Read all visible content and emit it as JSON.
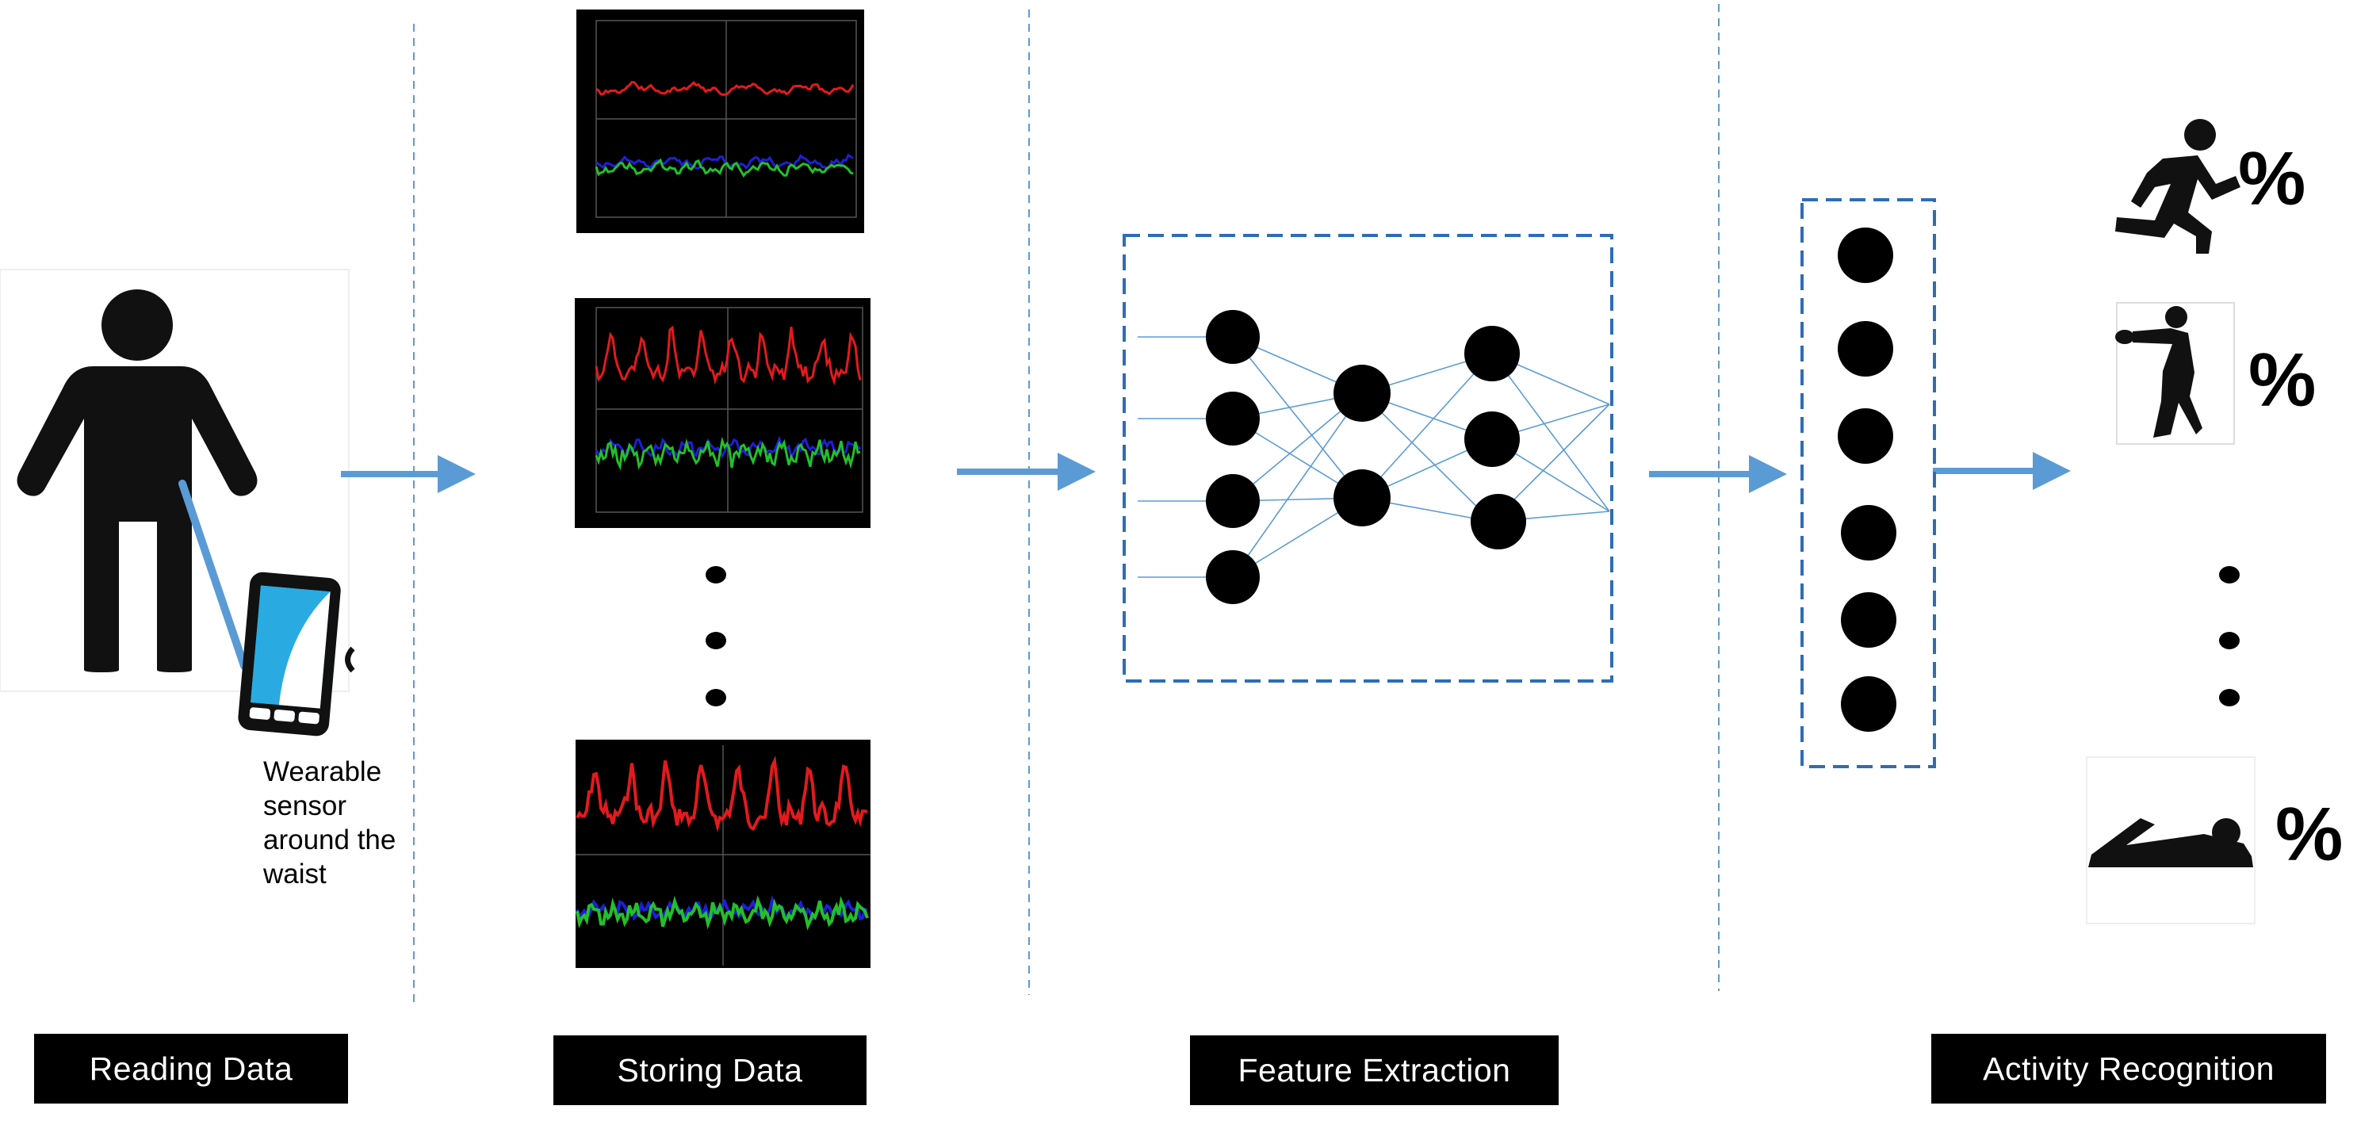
{
  "stages": [
    {
      "label": "Reading Data"
    },
    {
      "label": "Storing Data"
    },
    {
      "label": "Feature Extraction"
    },
    {
      "label": "Activity Recognition"
    }
  ],
  "sensor_caption": [
    "Wearable",
    "sensor",
    "around the",
    "waist"
  ],
  "activity_percent": "%",
  "signal_colors": {
    "x_axis": "#e31a1c",
    "y_axis": "#1f1fd6",
    "z_axis": "#22c02a"
  },
  "accent_color": "#5b9bd5",
  "icons": [
    "person-icon",
    "phone-sensor-icon",
    "running-icon",
    "boxing-icon",
    "lying-down-icon"
  ]
}
